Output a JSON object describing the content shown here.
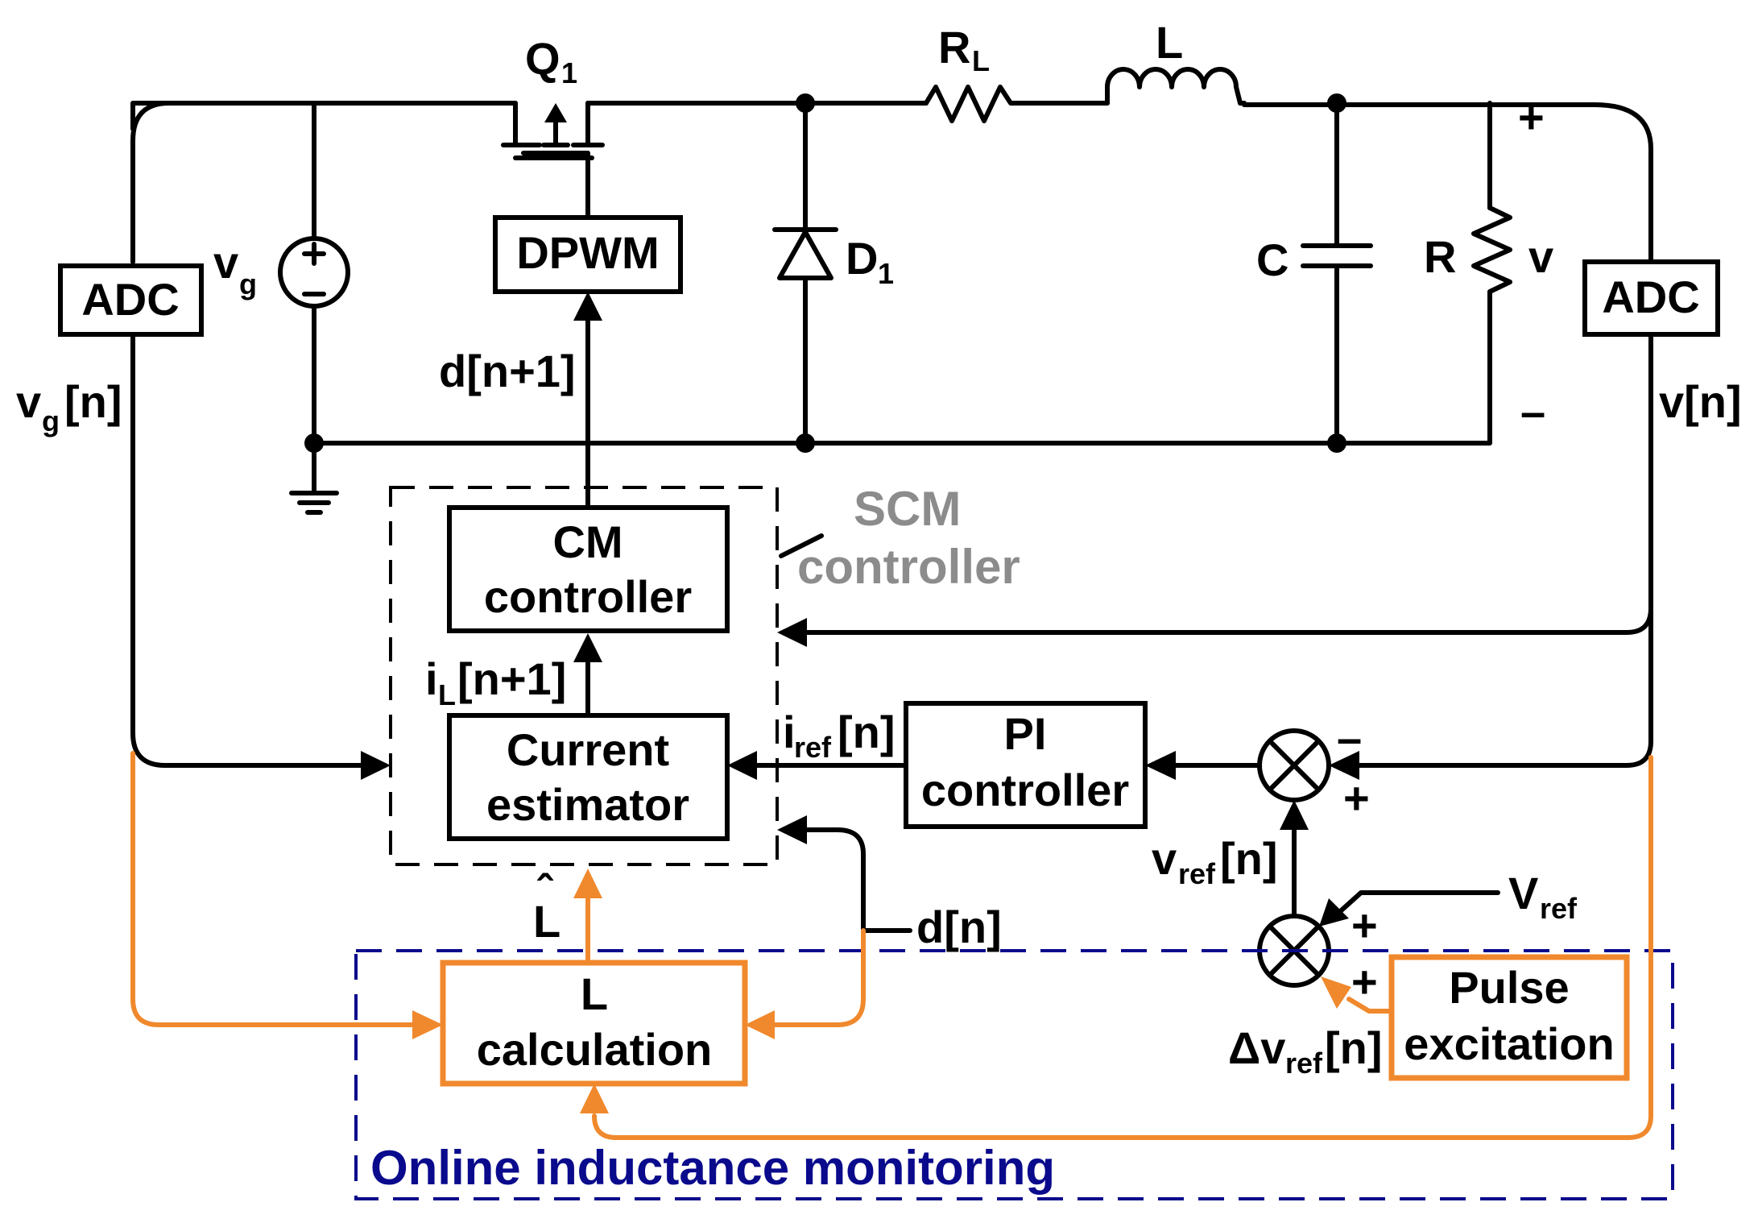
{
  "title": "",
  "components": {
    "q1": {
      "label": "Q",
      "sub": "1"
    },
    "rl": {
      "label": "R",
      "sub": "L"
    },
    "inductor": {
      "label": "L"
    },
    "diode": {
      "label": "D",
      "sub": "1"
    },
    "capacitor": {
      "label": "C"
    },
    "load_resistor": {
      "label": "R"
    },
    "output_voltage": {
      "label": "v"
    },
    "output_plus": "+",
    "output_minus": "–",
    "source": {
      "label": "v",
      "sub": "g"
    }
  },
  "blocks": {
    "adc_left": "ADC",
    "adc_right": "ADC",
    "dpwm": "DPWM",
    "cm_controller": [
      "CM",
      "controller"
    ],
    "current_estimator": [
      "Current",
      "estimator"
    ],
    "pi_controller": [
      "PI",
      "controller"
    ],
    "l_calculation": [
      "L",
      "calculation"
    ],
    "pulse_excitation": [
      "Pulse",
      "excitation"
    ]
  },
  "signals": {
    "vg_n": {
      "label": "v",
      "sub": "g",
      "suffix": "[n]"
    },
    "v_n": "v[n]",
    "d_n1": "d[n+1]",
    "il_n1": {
      "label": "i",
      "sub": "L",
      "suffix": "[n+1]"
    },
    "iref_n": {
      "label": "i",
      "sub": "ref",
      "suffix": "[n]"
    },
    "vref_n": {
      "label": "v",
      "sub": "ref",
      "suffix": "[n]"
    },
    "vref_const": {
      "label": "V",
      "sub": "ref"
    },
    "dvref_n": {
      "label": "Δv",
      "sub": "ref",
      "suffix": "[n]"
    },
    "d_n": "d[n]",
    "l_hat": "L",
    "l_hat_accent": "ˆ"
  },
  "summers": {
    "top_minus": "–",
    "top_plus": "+",
    "bottom_plus_1": "+",
    "bottom_plus_2": "+"
  },
  "regions": {
    "scm_controller": [
      "SCM",
      "controller"
    ],
    "online_monitoring": "Online inductance monitoring"
  },
  "colors": {
    "wire": "#000000",
    "monitoring_path": "#f0892d",
    "monitoring_region": "#0a0a8c",
    "scm_label": "#8c8c8c"
  }
}
